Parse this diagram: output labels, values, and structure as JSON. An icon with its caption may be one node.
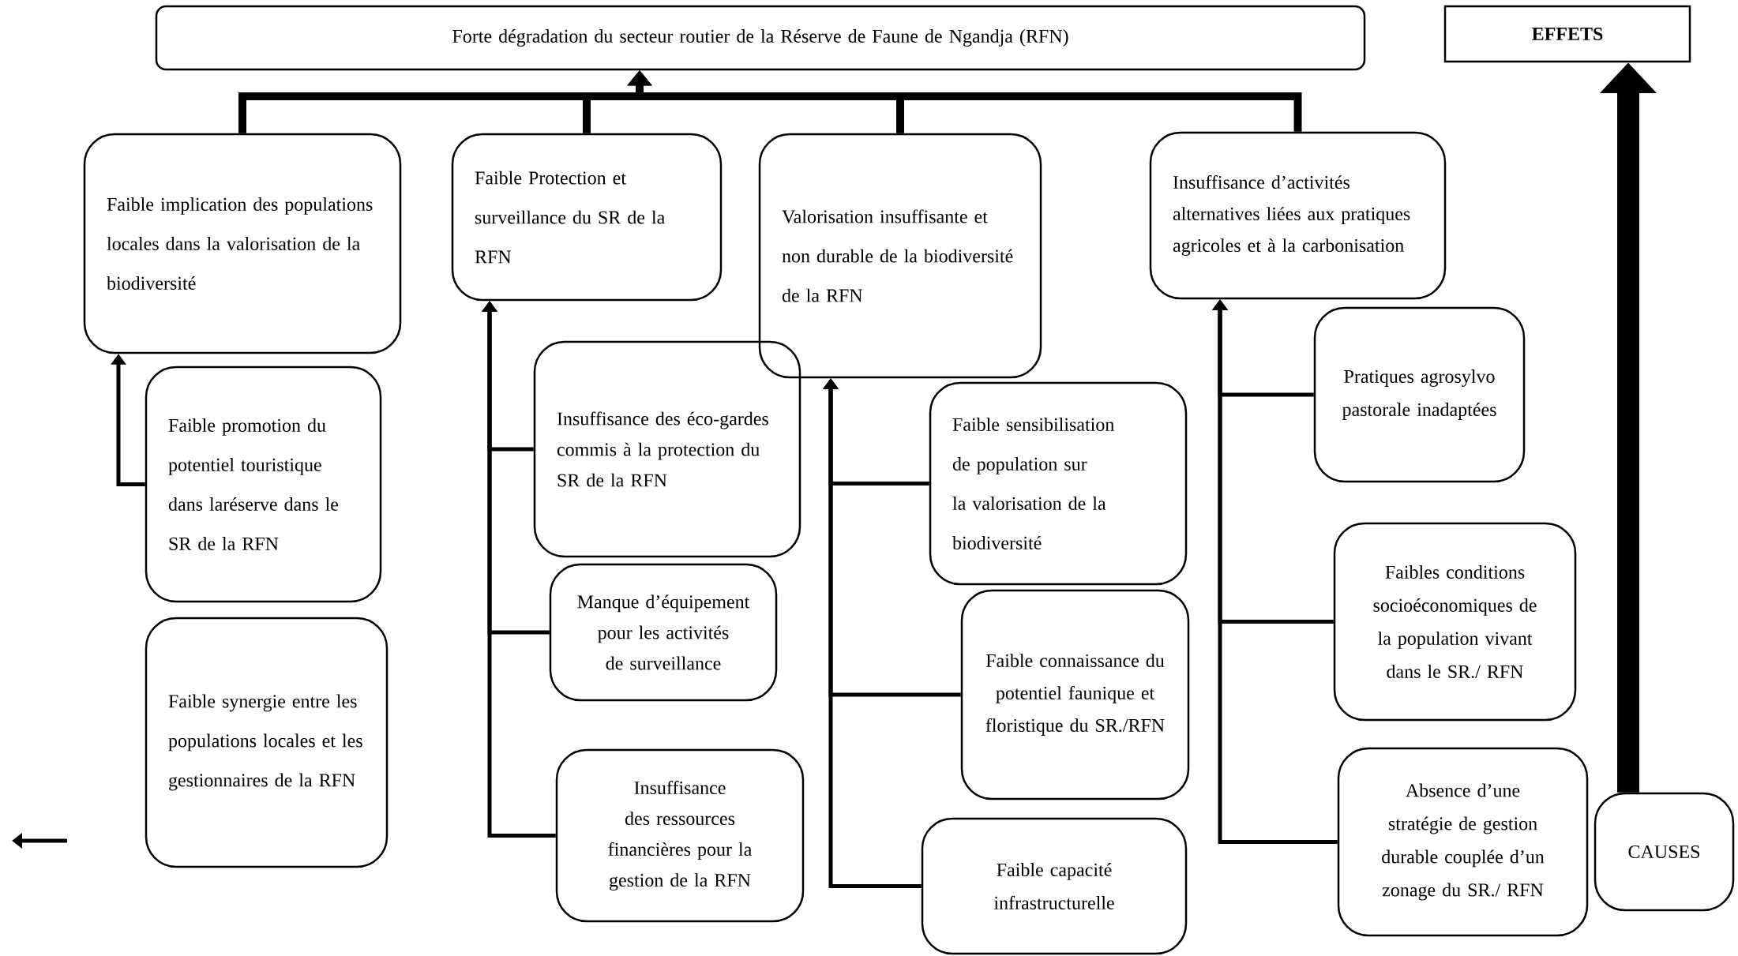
{
  "diagram": {
    "nodes": [
      {
        "text": [
          "Forte dégradation du secteur routier de la Réserve de Faune de Ngandja (RFN)"
        ]
      },
      {
        "text": [
          "EFFETS"
        ]
      },
      {
        "text": [
          "Faible implication des populations locales dans la valorisation de la biodiversité"
        ]
      },
      {
        "text": [
          "Faible Protection et surveillance du SR de la RFN"
        ]
      },
      {
        "text": [
          "Valorisation insuffisante et non durable de la biodiversité de la RFN"
        ]
      },
      {
        "text": [
          "Insuffisance d’activités alternatives liées aux pratiques agricoles et à la carbonisation"
        ]
      },
      {
        "text": [
          "Faible promotion du potentiel touristique dans laréserve dans le SR de la RFN"
        ]
      },
      {
        "text": [
          "Faible synergie entre les populations locales et les gestionnaires de la RFN"
        ]
      },
      {
        "text": [
          "Insuffisance des éco-gardes commis à la protection du SR de la RFN"
        ]
      },
      {
        "text": [
          "Manque d’équipement pour les activités de surveillance"
        ]
      },
      {
        "text": [
          "Insuffisance des ressources financières pour la gestion de la RFN"
        ]
      },
      {
        "text": [
          "Faible sensibilisation de population sur la valorisation de la biodiversité"
        ]
      },
      {
        "text": [
          "Faible connaissance du potentiel faunique et floristique du SR./RFN"
        ]
      },
      {
        "text": [
          "Faible capacité infrastructurelle"
        ]
      },
      {
        "text": [
          "Pratiques agrosylvo pastorale inadaptées"
        ]
      },
      {
        "text": [
          "Faibles conditions socioéconomiques de la population vivant dans le SR./ RFN"
        ]
      },
      {
        "text": [
          "Absence d’une stratégie de gestion durable couplée d’un zonage du SR./ RFN"
        ]
      },
      {
        "text": [
          "CAUSES"
        ]
      }
    ],
    "edges": [
      {
        "from": 2,
        "to": 0,
        "arrow": "to",
        "style": "thick"
      },
      {
        "from": 3,
        "to": 0,
        "arrow": "to",
        "style": "thick"
      },
      {
        "from": 4,
        "to": 0,
        "arrow": "to",
        "style": "thick"
      },
      {
        "from": 5,
        "to": 0,
        "arrow": "to",
        "style": "thick"
      },
      {
        "from": 6,
        "to": 2,
        "arrow": "to"
      },
      {
        "from": 8,
        "to": 3,
        "arrow": "to"
      },
      {
        "from": 9,
        "to": 3,
        "arrow": "to"
      },
      {
        "from": 10,
        "to": 3,
        "arrow": "to"
      },
      {
        "from": 11,
        "to": 4,
        "arrow": "to"
      },
      {
        "from": 12,
        "to": 4,
        "arrow": "to"
      },
      {
        "from": 13,
        "to": 4,
        "arrow": "to"
      },
      {
        "from": 14,
        "to": 5,
        "arrow": "to"
      },
      {
        "from": 15,
        "to": 5,
        "arrow": "to"
      },
      {
        "from": 16,
        "to": 5,
        "arrow": "to"
      },
      {
        "from": 17,
        "to": 1,
        "arrow": "to",
        "style": "thick"
      }
    ]
  }
}
